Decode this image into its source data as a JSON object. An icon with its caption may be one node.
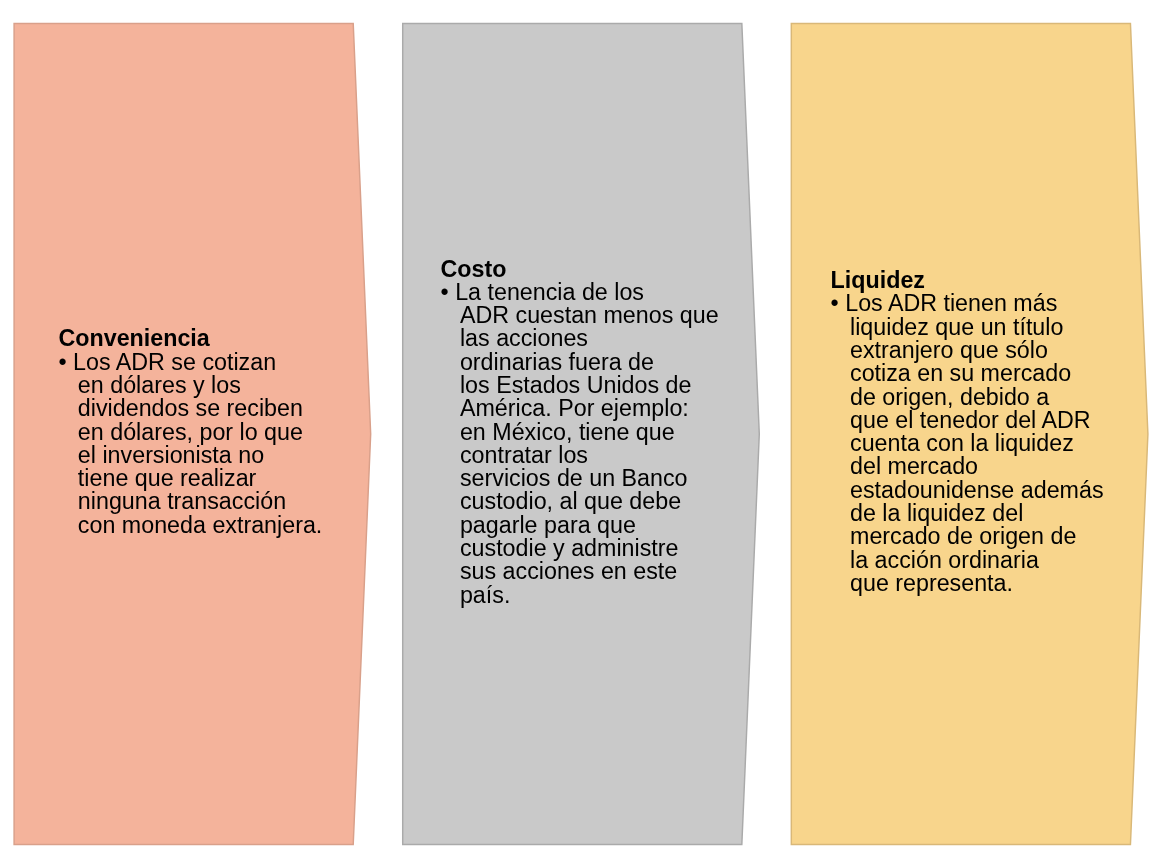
{
  "diagram": {
    "nodes": [
      {
        "text": [
          "Conveniencia",
          "• Los ADR se cotizan en dólares y los dividendos se reciben en dólares, por lo que el inversionista no tiene que realizar ninguna transacción con moneda extranjera."
        ]
      },
      {
        "text": [
          "Costo",
          "• La tenencia de los ADR cuestan menos que las acciones ordinarias fuera de los Estados Unidos de América. Por ejemplo: en México, tiene que contratar los servicios de un Banco custodio, al que debe pagarle para que custodie y administre sus acciones en este país."
        ]
      },
      {
        "text": [
          "Liquidez",
          "• Los ADR tienen más liquidez que un título extranjero que sólo cotiza en su mercado de origen, debido a que el tenedor del ADR cuenta con la liquidez del mercado estadounidense además de la liquidez del mercado de origen de la acción ordinaria que representa."
        ]
      }
    ],
    "edges": []
  }
}
